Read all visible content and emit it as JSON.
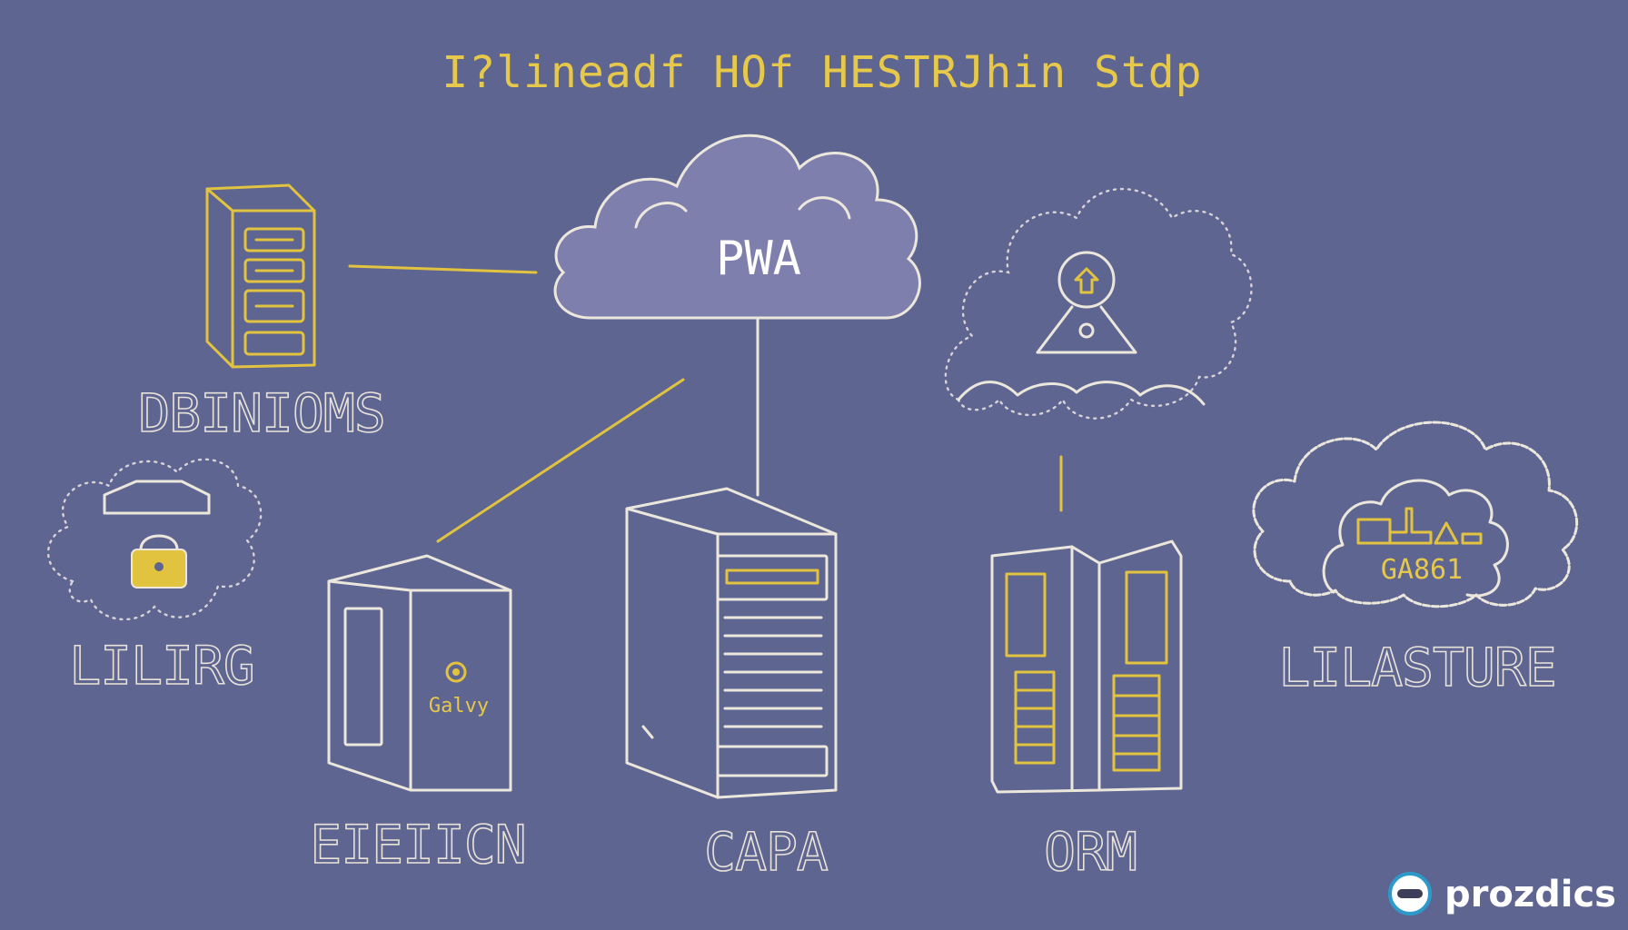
{
  "diagram": {
    "title": "I?lineadf HOf HESTRJhin Stdp",
    "central_cloud_label": "PWA",
    "nodes": [
      {
        "id": "top-left-server",
        "label": "DBINIOMS"
      },
      {
        "id": "left-cloud",
        "label": "LILIRG"
      },
      {
        "id": "mid-left-cabinet",
        "label": "EIEIICN",
        "badge": "Galvy"
      },
      {
        "id": "center-server",
        "label": "CAPA"
      },
      {
        "id": "right-dual-cabinet",
        "label": "ORM"
      },
      {
        "id": "right-cloud",
        "label": "LILASTURE",
        "badge": "GA861"
      }
    ]
  },
  "brand": {
    "name": "prozdics"
  },
  "colors": {
    "background": "#5e6591",
    "line": "#ece7dc",
    "accent": "#e2c340",
    "cloud_fill": "#7f7fae"
  }
}
